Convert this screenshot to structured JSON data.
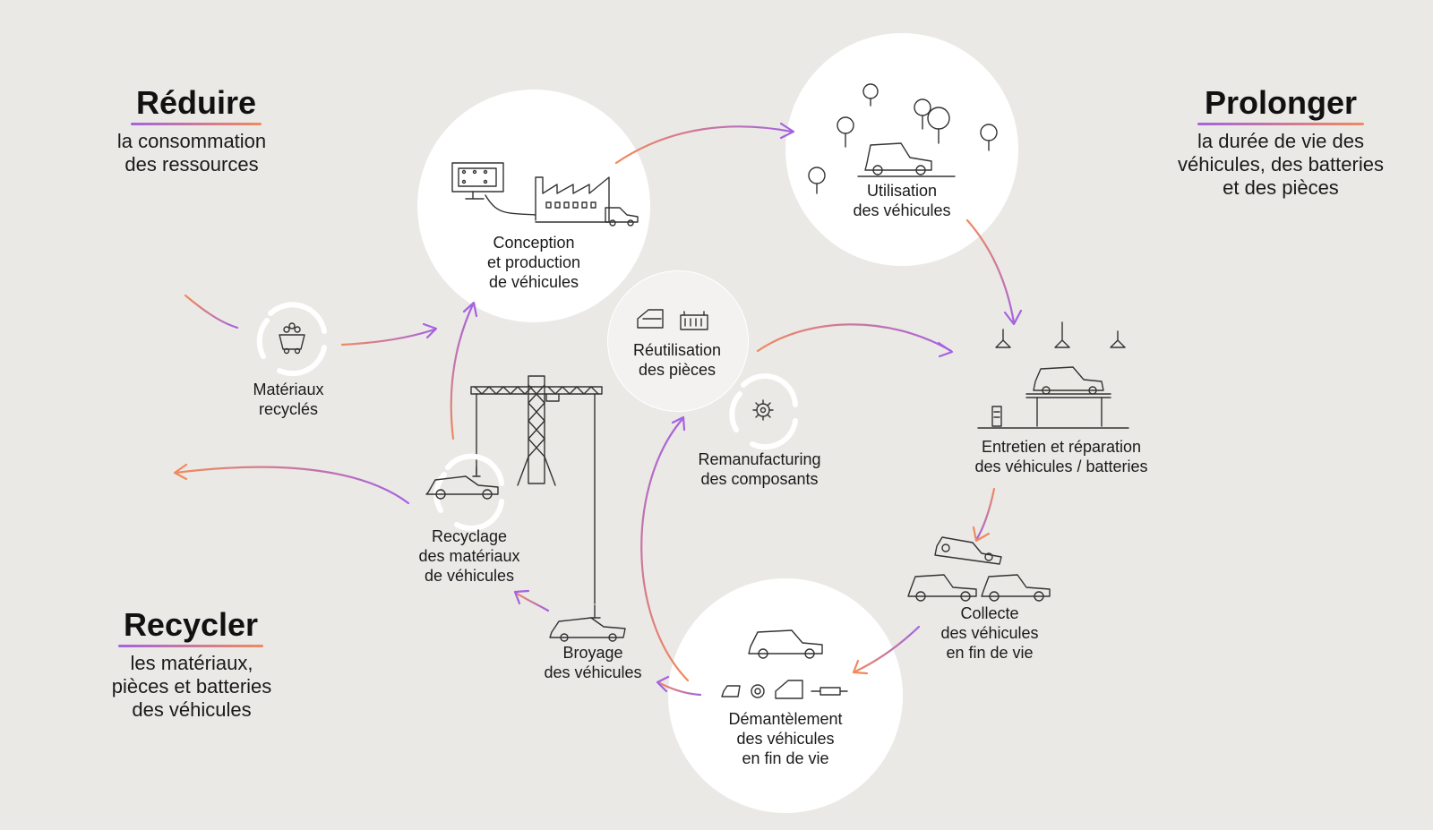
{
  "colors": {
    "background": "#ebe9e6",
    "arrow_start": "#f08a5d",
    "arrow_end": "#a463e0",
    "underline": "#a463e0",
    "underline_alt": "#f08a5d"
  },
  "headings": {
    "reduire": {
      "title": "Réduire",
      "subtitle": "la consommation\ndes ressources"
    },
    "prolonger": {
      "title": "Prolonger",
      "subtitle": "la durée de vie des\nvéhicules, des batteries\net des pièces"
    },
    "recycler": {
      "title": "Recycler",
      "subtitle": "les matériaux,\npièces et batteries\ndes véhicules"
    }
  },
  "nodes": {
    "conception": {
      "label": "Conception\net production\nde véhicules",
      "icon": "factory-icon"
    },
    "utilisation": {
      "label": "Utilisation\ndes véhicules",
      "icon": "car-in-park-icon"
    },
    "reutilisation": {
      "label": "Réutilisation\ndes pièces",
      "icon": "parts-icon"
    },
    "entretien": {
      "label": "Entretien et réparation\ndes véhicules / batteries",
      "icon": "car-lift-icon"
    },
    "remanufacturing": {
      "label": "Remanufacturing\ndes composants",
      "icon": "recycle-gear-icon"
    },
    "collecte": {
      "label": "Collecte\ndes véhicules\nen fin de vie",
      "icon": "stacked-cars-icon"
    },
    "demantelement": {
      "label": "Démantèlement\ndes véhicules\nen fin de vie",
      "icon": "dismantled-car-icon"
    },
    "broyage": {
      "label": "Broyage\ndes véhicules",
      "icon": "crushed-car-icon"
    },
    "recyclage": {
      "label": "Recyclage\ndes matériaux\nde véhicules",
      "icon": "recycle-car-icon"
    },
    "materiaux": {
      "label": "Matériaux\nrecyclés",
      "icon": "recycle-cart-icon"
    }
  }
}
